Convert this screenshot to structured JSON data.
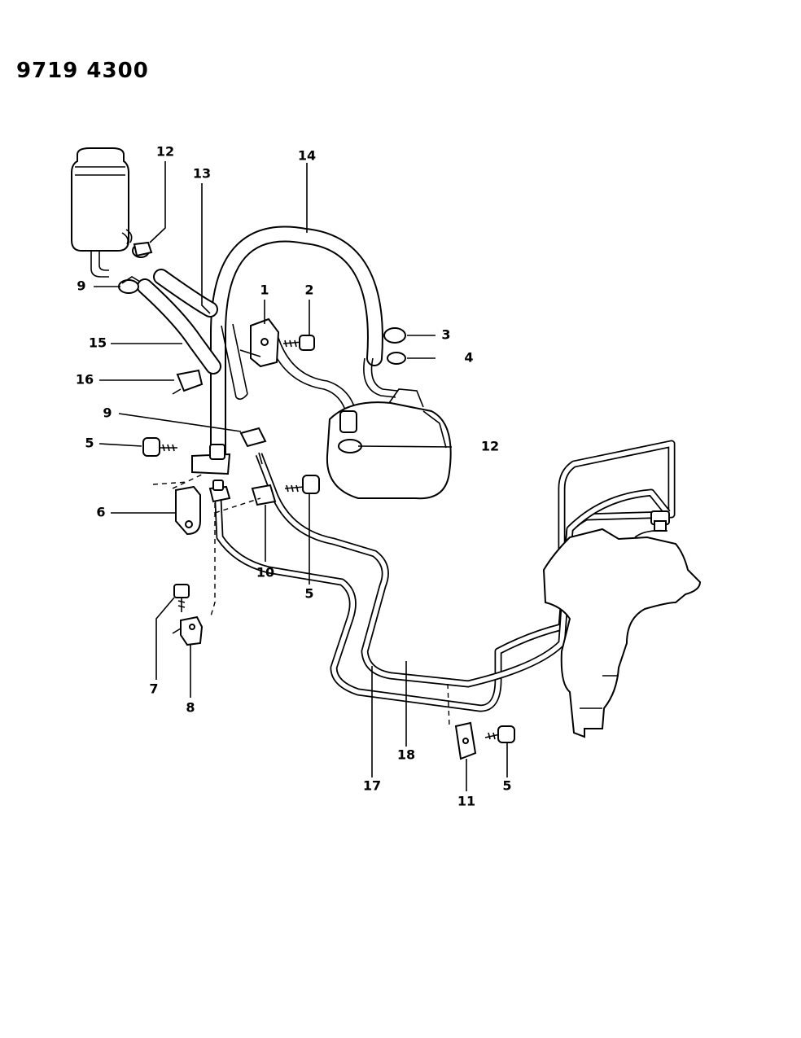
{
  "document": {
    "number": "9719 4300"
  },
  "callouts": [
    {
      "id": "c12a",
      "label": "12"
    },
    {
      "id": "c13",
      "label": "13"
    },
    {
      "id": "c14",
      "label": "14"
    },
    {
      "id": "c9a",
      "label": "9"
    },
    {
      "id": "c1",
      "label": "1"
    },
    {
      "id": "c2",
      "label": "2"
    },
    {
      "id": "c3",
      "label": "3"
    },
    {
      "id": "c4",
      "label": "4"
    },
    {
      "id": "c15",
      "label": "15"
    },
    {
      "id": "c16",
      "label": "16"
    },
    {
      "id": "c9b",
      "label": "9"
    },
    {
      "id": "c5a",
      "label": "5"
    },
    {
      "id": "c12b",
      "label": "12"
    },
    {
      "id": "c6",
      "label": "6"
    },
    {
      "id": "c10",
      "label": "10"
    },
    {
      "id": "c5b",
      "label": "5"
    },
    {
      "id": "c7",
      "label": "7"
    },
    {
      "id": "c8",
      "label": "8"
    },
    {
      "id": "c17",
      "label": "17"
    },
    {
      "id": "c18",
      "label": "18"
    },
    {
      "id": "c11",
      "label": "11"
    },
    {
      "id": "c5c",
      "label": "5"
    }
  ]
}
